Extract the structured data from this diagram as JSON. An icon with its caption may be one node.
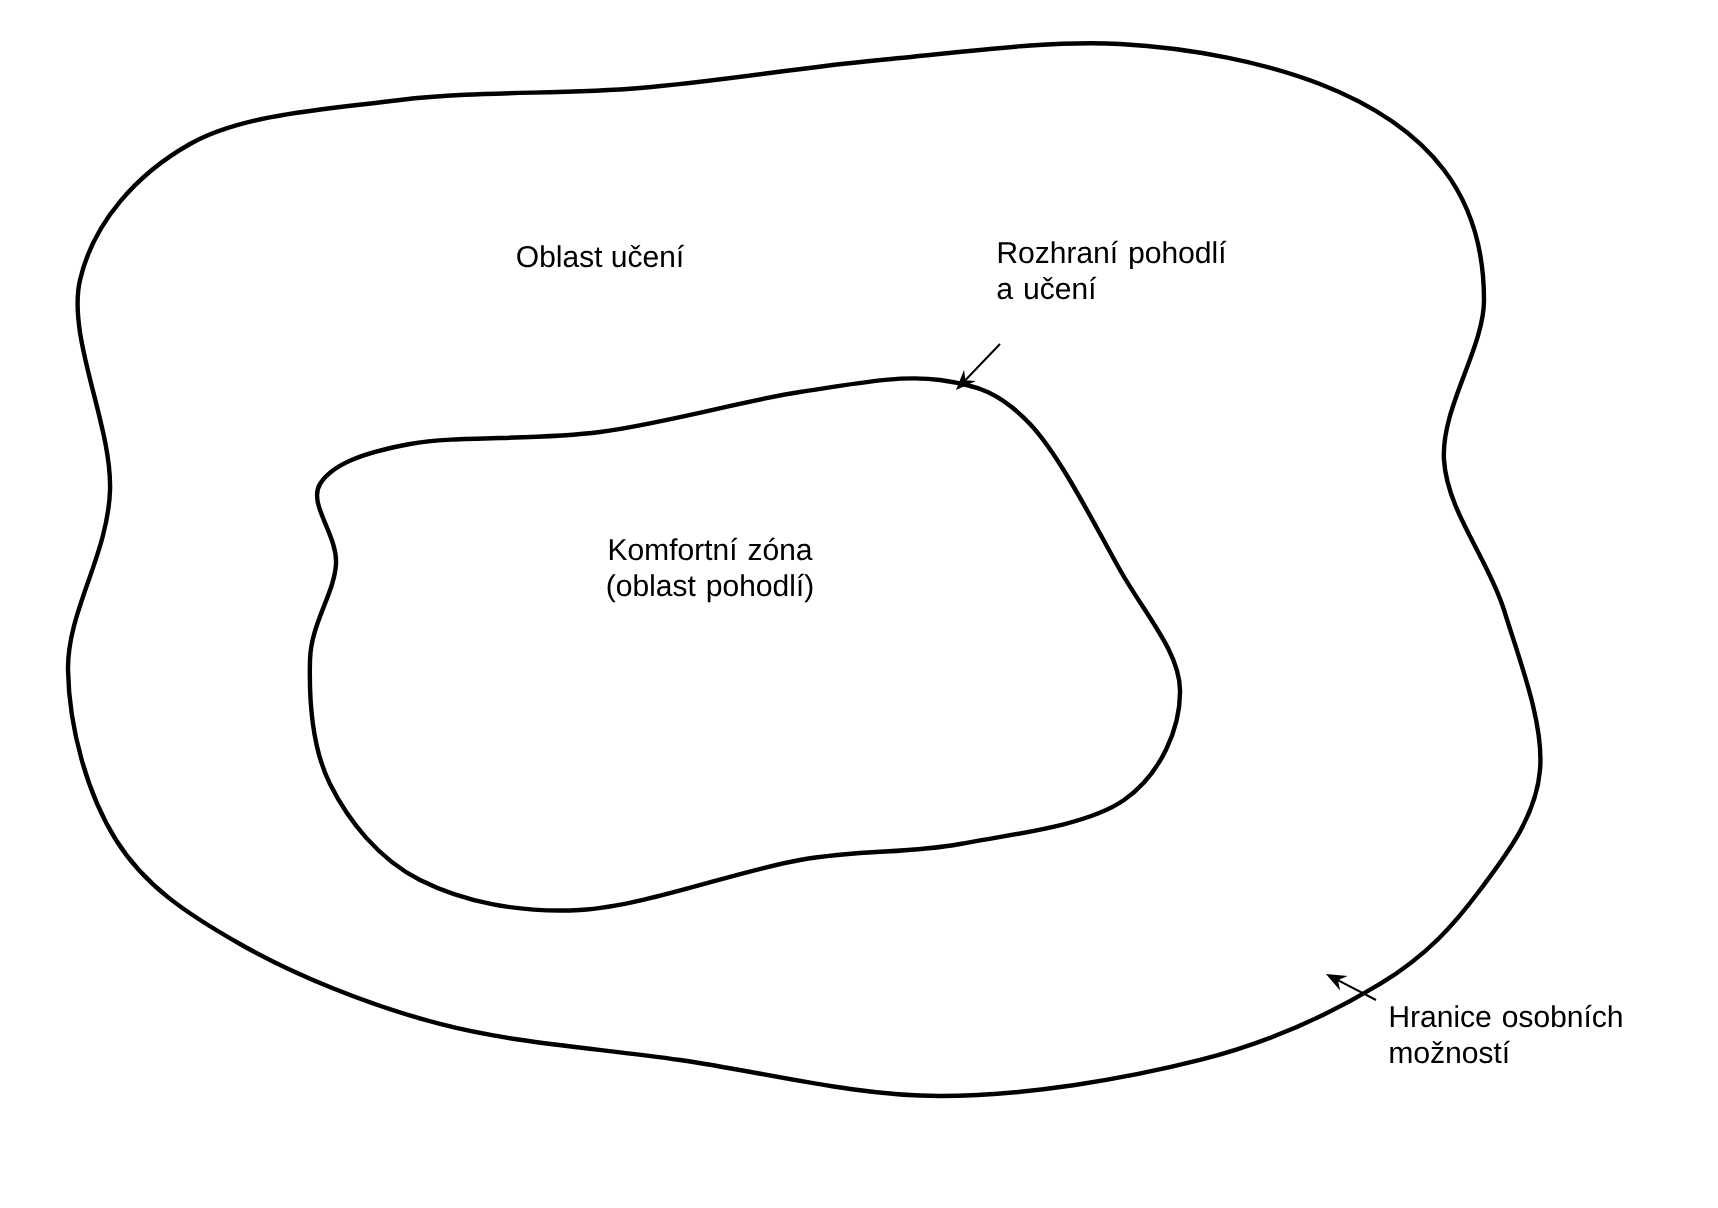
{
  "diagram": {
    "nodes": [
      {
        "text": [
          "Oblast učení"
        ]
      },
      {
        "text": [
          "Komfortní zóna (oblast pohodlí)"
        ],
        "in": 0
      },
      {
        "text": [
          "Rozhraní pohodlí a učení"
        ],
        "in": 0
      },
      {
        "text": [
          "Hranice osobních možností"
        ]
      }
    ],
    "edges": [
      {
        "from": 2,
        "to": 1,
        "arrow": "to"
      },
      {
        "from": 3,
        "to": 0,
        "arrow": "to"
      }
    ]
  }
}
